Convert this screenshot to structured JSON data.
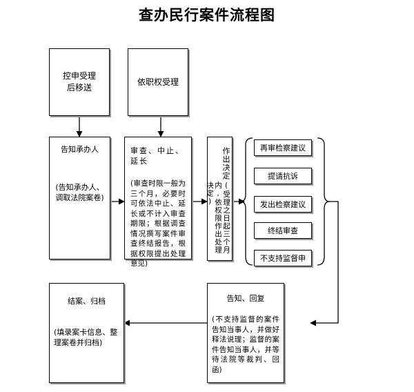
{
  "title": "查办民行案件流程图",
  "boxes": {
    "transfer": "控申受理后移送",
    "ex_officio": "依职权受理",
    "notify_handler": {
      "head": "告知承办人",
      "note": "(告知承办人、调取法院案卷)"
    },
    "review": {
      "head": "审查、中止、延长",
      "note": "(审查时限一般为三个月，必要时可依法中止、延长或不计入审查期限；根据调查情况撰写案件审查终结报告，根据权限提出处理意见)"
    },
    "decision": {
      "head": "作出决定",
      "note": "(受理之日起三个月内,依权限作出处理决定)"
    },
    "options": [
      "再审检察建议",
      "提请抗诉",
      "发出检察建议",
      "终结审查",
      "不支持监督申"
    ],
    "notify_reply": {
      "head": "告知、回复",
      "note": "(不支持监督的案件告知当事人，并做好释法说理；监督的案件告知当事人，并等待法院等裁判、回函)"
    },
    "close_archive": {
      "head": "结案、归档",
      "note": "(填录案卡信息、整理案卷并归档)"
    }
  }
}
